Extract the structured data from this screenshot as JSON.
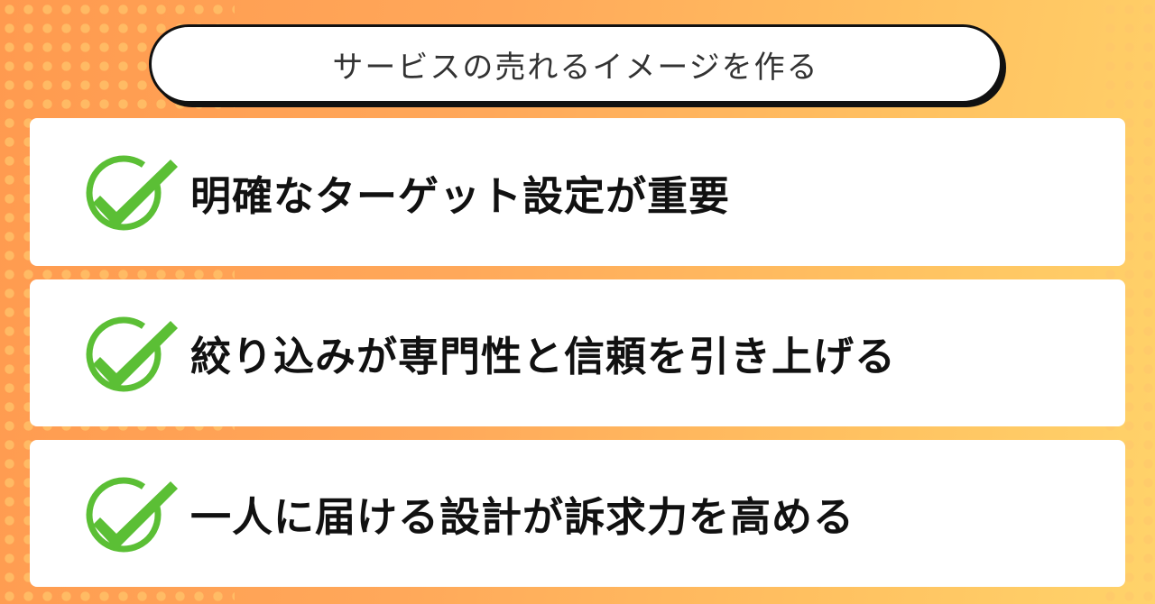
{
  "title": "サービスの売れるイメージを作る",
  "items": [
    {
      "label": "明確なターゲット設定が重要",
      "icon": "check-circle-icon"
    },
    {
      "label": "絞り込みが専門性と信頼を引き上げる",
      "icon": "check-circle-icon"
    },
    {
      "label": "一人に届ける設計が訴求力を高める",
      "icon": "check-circle-icon"
    }
  ],
  "colors": {
    "accent": "#5bbf35",
    "background": "#ffa85a"
  }
}
